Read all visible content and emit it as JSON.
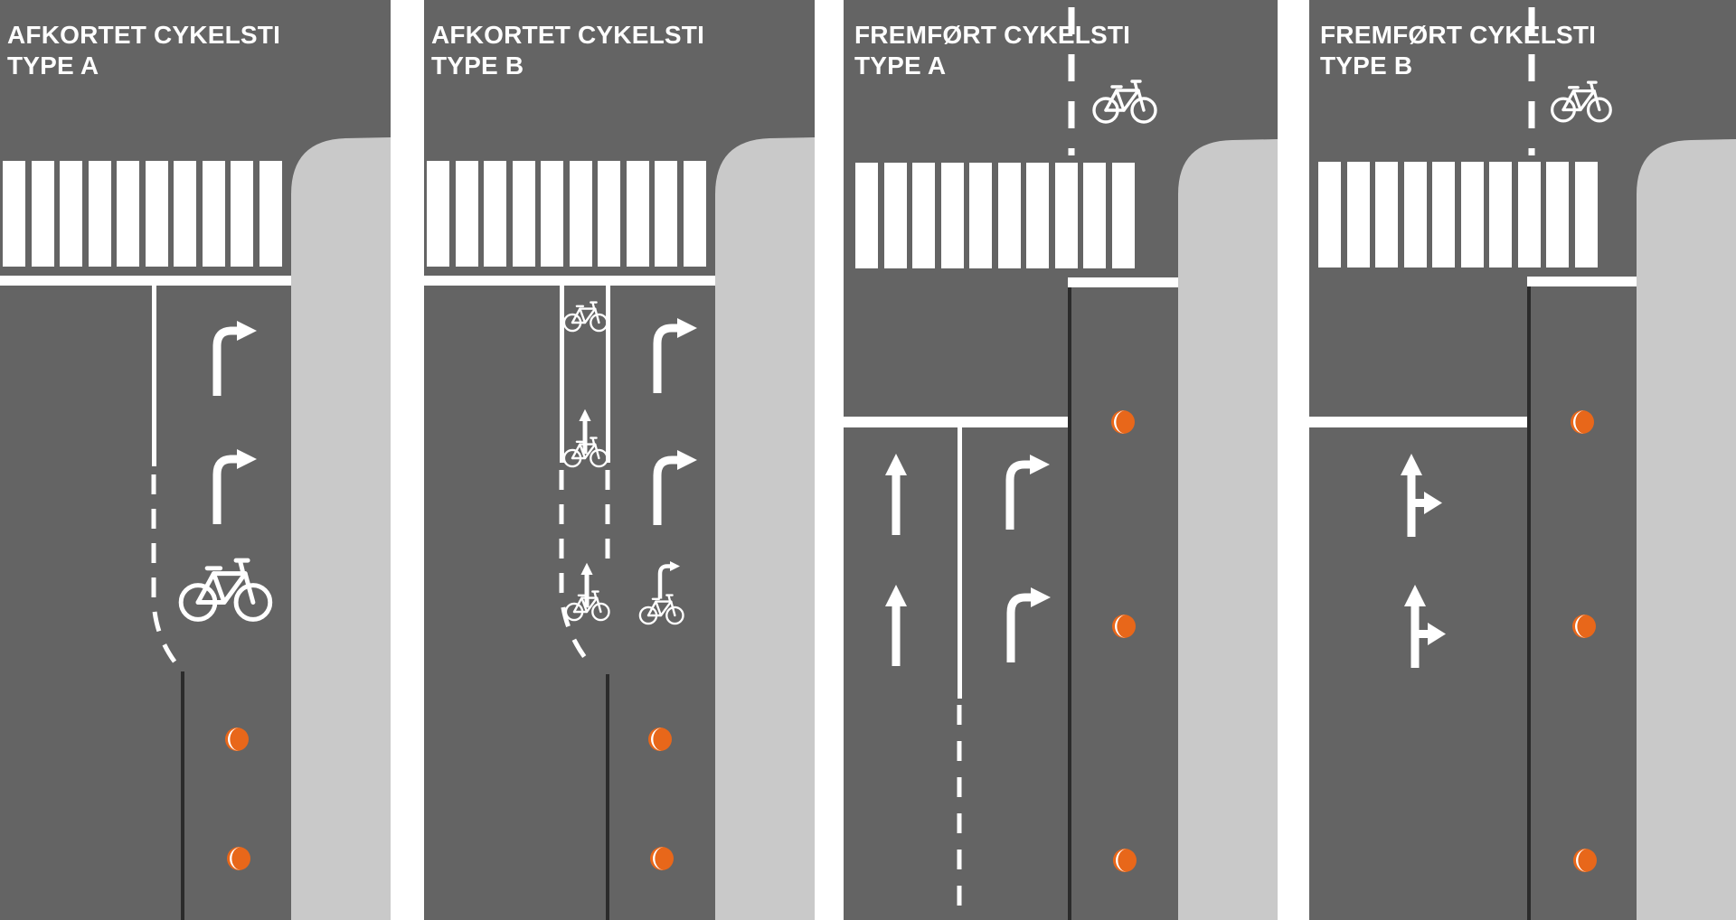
{
  "colors": {
    "asphalt": "#646464",
    "curb": "#c9c9c9",
    "marking": "#ffffff",
    "edge_line": "#2b2b2b",
    "bollard_orange": "#e8671a"
  },
  "panels": [
    {
      "id": "afkortet-a",
      "title_line1": "AFKORTET CYKELSTI",
      "title_line2": "TYPE A",
      "elements": [
        "zebra-crossing",
        "stop-line",
        "solid-lane-divider",
        "dashed-curve-divider",
        "right-turn-arrow",
        "right-turn-arrow",
        "bicycle-symbol",
        "bollard",
        "bollard"
      ]
    },
    {
      "id": "afkortet-b",
      "title_line1": "AFKORTET CYKELSTI",
      "title_line2": "TYPE B",
      "elements": [
        "zebra-crossing",
        "stop-line",
        "bicycle-lane-lines",
        "bicycle-symbol",
        "straight-arrow",
        "right-turn-arrow",
        "bollard",
        "bollard"
      ]
    },
    {
      "id": "fremfoert-a",
      "title_line1": "FREMFØRT CYKELSTI",
      "title_line2": "TYPE A",
      "elements": [
        "dashed-crossing-line",
        "bicycle-symbol",
        "zebra-crossing",
        "stop-line",
        "straight-arrow",
        "right-turn-arrow",
        "bollard",
        "bollard",
        "bollard"
      ]
    },
    {
      "id": "fremfoert-b",
      "title_line1": "FREMFØRT CYKELSTI",
      "title_line2": "TYPE B",
      "elements": [
        "dashed-crossing-line",
        "bicycle-symbol",
        "zebra-crossing",
        "stop-line",
        "straight-right-arrow",
        "bollard",
        "bollard",
        "bollard"
      ]
    }
  ]
}
